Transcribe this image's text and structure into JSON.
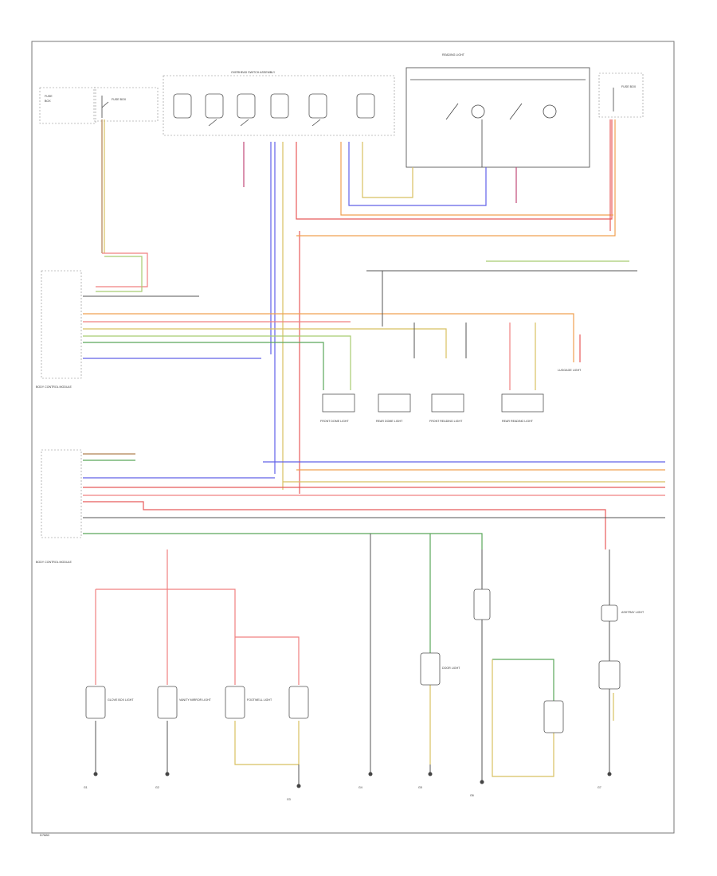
{
  "page": {
    "code": "D7880"
  },
  "colors": {
    "red": "#e85a5a",
    "pink": "#f08080",
    "orange": "#f0a050",
    "yellow": "#d8c060",
    "green": "#5aa85a",
    "blue": "#6060e8",
    "light_green": "#a8cc70",
    "brown": "#b08050",
    "violet": "#c04878",
    "gray": "#555555"
  },
  "components": {
    "fuse_left": "FUSE BOX",
    "fuse_right": "FUSE BOX",
    "switch_assembly": "OVERHEAD SWITCH ASSEMBLY",
    "reading_light": "READING LIGHT",
    "bcm_left": "BODY CONTROL MODULE",
    "bcm_lower": "BODY CONTROL MODULE",
    "lamps": [
      "FRONT DOME LIGHT",
      "REAR DOME LIGHT",
      "FRONT READING LIGHT",
      "REAR READING LIGHT",
      "LUGGAGE LIGHT",
      "GLOVE BOX LIGHT",
      "VANITY MIRROR LIGHT",
      "FOOTWELL LIGHT",
      "DOOR LIGHT",
      "ASHTRAY LIGHT"
    ],
    "grounds": [
      "G1",
      "G2",
      "G3",
      "G4",
      "G5",
      "G6",
      "G7"
    ]
  }
}
